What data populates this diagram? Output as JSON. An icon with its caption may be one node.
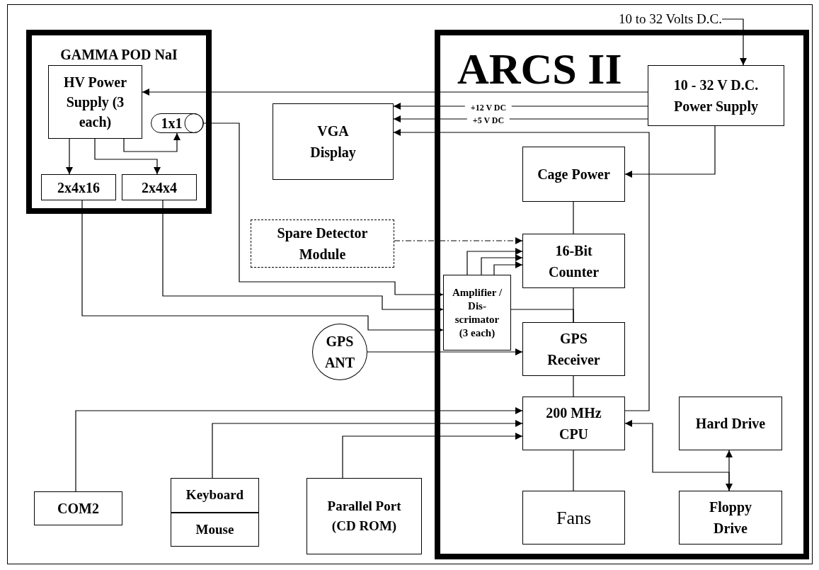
{
  "diagram": {
    "nodes": [
      {
        "text": [
          "GAMMA POD NaI"
        ]
      },
      {
        "text": [
          "HV Power Supply (3 each)"
        ],
        "in": 0
      },
      {
        "text": [
          "1x1"
        ],
        "in": 0
      },
      {
        "text": [
          "2x4x16"
        ],
        "in": 0
      },
      {
        "text": [
          "2x4x4"
        ],
        "in": 0
      },
      {
        "text": [
          "VGA Display"
        ]
      },
      {
        "text": [
          "ARCS II"
        ]
      },
      {
        "text": [
          "10 - 32 V D.C. Power Supply"
        ],
        "in": 6
      },
      {
        "text": [
          "10 to 32 Volts D.C."
        ]
      },
      {
        "text": [
          "Cage Power"
        ],
        "in": 6
      },
      {
        "text": [
          "Spare Detector Module"
        ]
      },
      {
        "text": [
          "16-Bit Counter"
        ],
        "in": 6
      },
      {
        "text": [
          "Amplifier / Dis- scrimator (3 each)"
        ],
        "in": 6
      },
      {
        "text": [
          "GPS ANT"
        ]
      },
      {
        "text": [
          "GPS Receiver"
        ],
        "in": 6
      },
      {
        "text": [
          "200 MHz CPU"
        ],
        "in": 6
      },
      {
        "text": [
          "Hard Drive"
        ],
        "in": 6
      },
      {
        "text": [
          "COM2"
        ]
      },
      {
        "text": [
          "Keyboard",
          "Mouse"
        ]
      },
      {
        "text": [
          "Parallel Port (CD ROM)"
        ]
      },
      {
        "text": [
          "Fans"
        ],
        "in": 6
      },
      {
        "text": [
          "Floppy Drive"
        ],
        "in": 6
      }
    ],
    "edges": [
      {
        "from": 8,
        "to": 7,
        "arrow": "to"
      },
      {
        "from": 7,
        "to": 1,
        "arrow": "to"
      },
      {
        "from": 7,
        "to": 5,
        "arrow": "to",
        "label": "+12 V DC"
      },
      {
        "from": 7,
        "to": 5,
        "arrow": "to",
        "label": "+5 V DC"
      },
      {
        "from": 15,
        "to": 5,
        "arrow": "to"
      },
      {
        "from": 7,
        "to": 9,
        "arrow": "to"
      },
      {
        "from": 1,
        "to": 2,
        "arrow": "to"
      },
      {
        "from": 1,
        "to": 3,
        "arrow": "to"
      },
      {
        "from": 1,
        "to": 4,
        "arrow": "to"
      },
      {
        "from": 9,
        "to": 11,
        "arrow": "none"
      },
      {
        "from": 10,
        "to": 11,
        "arrow": "to",
        "style": "dashed"
      },
      {
        "from": 12,
        "to": 11,
        "arrow": "to"
      },
      {
        "from": 12,
        "to": 11,
        "arrow": "to"
      },
      {
        "from": 12,
        "to": 11,
        "arrow": "to"
      },
      {
        "from": 2,
        "to": 12,
        "arrow": "to"
      },
      {
        "from": 4,
        "to": 12,
        "arrow": "to"
      },
      {
        "from": 3,
        "to": 12,
        "arrow": "to"
      },
      {
        "from": 12,
        "to": 14,
        "arrow": "none"
      },
      {
        "from": 11,
        "to": 14,
        "arrow": "none"
      },
      {
        "from": 13,
        "to": 14,
        "arrow": "to"
      },
      {
        "from": 14,
        "to": 15,
        "arrow": "none"
      },
      {
        "from": 17,
        "to": 15,
        "arrow": "to"
      },
      {
        "from": 18,
        "to": 15,
        "arrow": "to"
      },
      {
        "from": 19,
        "to": 15,
        "arrow": "to"
      },
      {
        "from": 15,
        "to": 20,
        "arrow": "none"
      },
      {
        "from": 16,
        "to": 21,
        "arrow": "both"
      },
      {
        "from": 21,
        "to": 15,
        "arrow": "to"
      }
    ]
  }
}
